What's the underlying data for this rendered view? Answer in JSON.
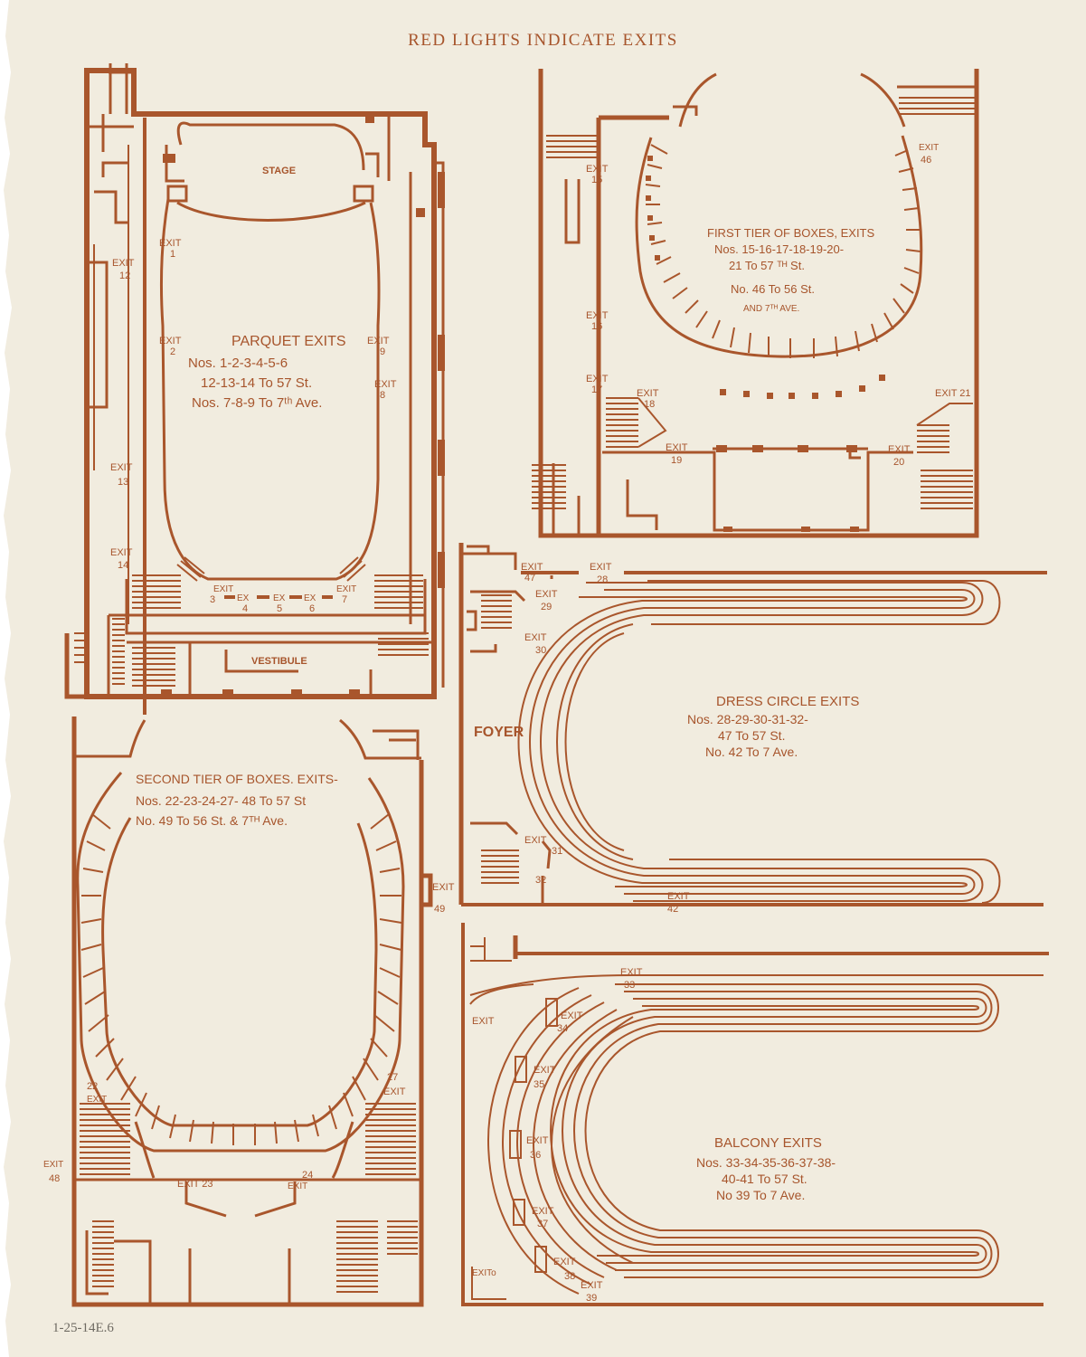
{
  "header": "RED LIGHTS INDICATE EXITS",
  "colors": {
    "ink": "#a9562c",
    "paper": "#f1ecdf"
  },
  "parquet": {
    "stage": "STAGE",
    "vestibule": "VESTIBULE",
    "title": "PARQUET EXITS",
    "line1": "Nos. 1-2-3-4-5-6",
    "line2": "12-13-14 To 57 St.",
    "line3": "Nos. 7-8-9 To 7ᵗʰ Ave.",
    "exits": {
      "e1": "1",
      "e2": "2",
      "e3": "3",
      "e4": "4",
      "e5": "5",
      "e6": "6",
      "e7": "7",
      "e8": "8",
      "e9": "9",
      "e12": "12",
      "e13": "13",
      "e14": "14"
    }
  },
  "first_tier": {
    "title": "FIRST TIER OF BOXES, EXITS",
    "line1": "Nos. 15-16-17-18-19-20-",
    "line2": "21 To 57 ᵀᴴ St.",
    "line3": "No. 46 To 56 St.",
    "line4": "AND 7ᵀᴴ AVE.",
    "exits": {
      "e15": "15",
      "e16": "16",
      "e17": "17",
      "e18": "18",
      "e19": "19",
      "e20": "20",
      "e21": "EXIT 21",
      "e46": "46"
    }
  },
  "dress_circle": {
    "foyer": "FOYER",
    "title": "DRESS CIRCLE EXITS",
    "line1": "Nos. 28-29-30-31-32-",
    "line2": "47 To 57 St.",
    "line3": "No. 42 To 7 Ave.",
    "exits": {
      "e28": "28",
      "e29": "29",
      "e30": "30",
      "e31": "31",
      "e32": "32",
      "e42": "42",
      "e47": "47"
    }
  },
  "second_tier": {
    "title": "SECOND TIER OF BOXES. EXITS-",
    "line1": "Nos. 22-23-24-27- 48 To 57 St",
    "line2": "No. 49 To 56 St. & 7ᵀᴴ Ave.",
    "exits": {
      "e22": "22",
      "e23": "EXIT 23",
      "e24": "24",
      "e27": "27",
      "e48": "48",
      "e49": "49"
    }
  },
  "balcony": {
    "title": "BALCONY EXITS",
    "line1": "Nos. 33-34-35-36-37-38-",
    "line2": "40-41 To 57 St.",
    "line3": "No 39 To 7 Ave.",
    "exits": {
      "e33": "33",
      "e34": "34",
      "e35": "35",
      "e36": "36",
      "e37": "37",
      "e38": "38",
      "e39": "39",
      "e_plain": "EXIT",
      "e_o": "EXITo"
    }
  },
  "exit_word": "EXIT",
  "ex_word": "EX",
  "footnote": "1-25-14E.6"
}
